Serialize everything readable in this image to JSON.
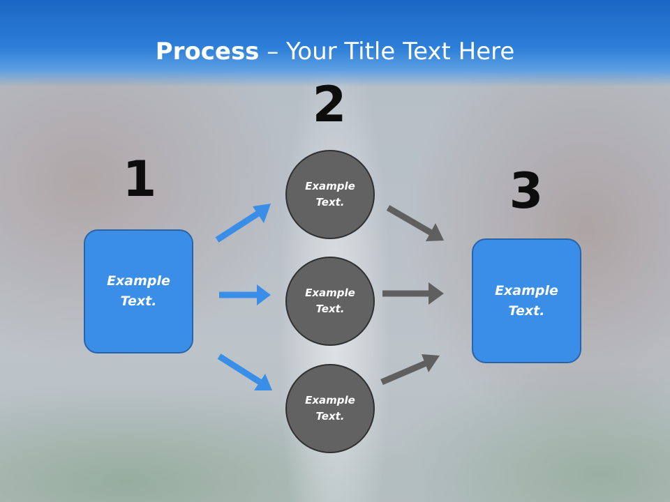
{
  "title": {
    "bold": "Process",
    "rest": " – Your Title Text Here"
  },
  "steps": {
    "one": "1",
    "two": "2",
    "three": "3"
  },
  "left_box": {
    "text": "Example Text."
  },
  "right_box": {
    "text": "Example Text."
  },
  "circles": [
    {
      "text": "Example Text."
    },
    {
      "text": "Example Text."
    },
    {
      "text": "Example Text."
    }
  ],
  "colors": {
    "blue_shape": "#3a8ee8",
    "grey_circle": "#626262",
    "blue_arrow": "#3a8ee8",
    "grey_arrow": "#5f5f5f"
  }
}
